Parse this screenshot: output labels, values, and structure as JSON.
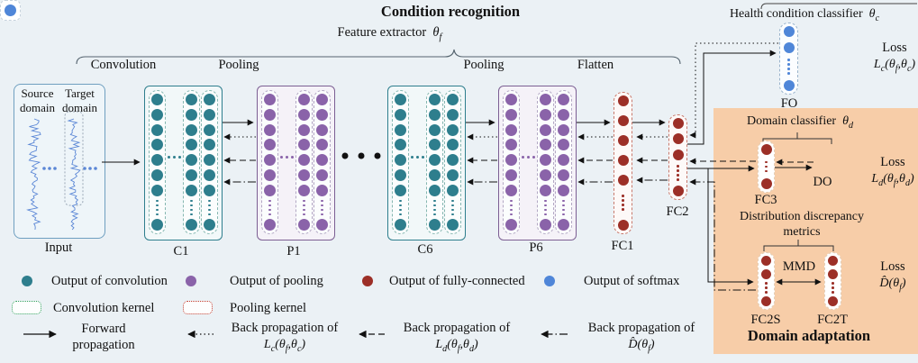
{
  "title": "Condition recognition",
  "feature_extractor": {
    "label": "Feature extractor",
    "symbol": "θ_{f}"
  },
  "section_labels": {
    "convolution": "Convolution",
    "pooling1": "Pooling",
    "pooling2": "Pooling",
    "flatten": "Flatten"
  },
  "input_block": {
    "source": "Source domain",
    "target": "Target domain",
    "label": "Input"
  },
  "layer_labels": {
    "c1": "C1",
    "p1": "P1",
    "c6": "C6",
    "p6": "P6",
    "fc1": "FC1",
    "fc2": "FC2",
    "fo": "FO",
    "fc3": "FC3",
    "do": "DO",
    "fc2s": "FC2S",
    "fc2t": "FC2T"
  },
  "classifier": {
    "label": "Health condition classifier",
    "symbol": "θ_{c}",
    "loss_label": "Loss",
    "loss_formula": "L_{c}(θ_{f},θ_{c})"
  },
  "domain_classifier": {
    "label": "Domain classifier",
    "symbol": "θ_{d}",
    "loss_label": "Loss",
    "loss_formula": "L_{d}(θ_{f},θ_{d})"
  },
  "discrepancy": {
    "label_line1": "Distribution discrepancy",
    "label_line2": "metrics",
    "mmd": "MMD",
    "loss_label": "Loss",
    "loss_formula": "D̂(θ_{f})"
  },
  "domain_adaptation_label": "Domain adaptation",
  "legend": {
    "items": [
      {
        "name": "conv-output",
        "label": "Output of convolution",
        "color": "#2e7e8d"
      },
      {
        "name": "pool-output",
        "label": "Output of pooling",
        "color": "#8a63a9"
      },
      {
        "name": "fc-output",
        "label": "Output of fully-connected",
        "color": "#9c2f27"
      },
      {
        "name": "softmax-output",
        "label": "Output of softmax",
        "color": "#4f86d8"
      }
    ],
    "kernels": [
      {
        "name": "conv-kernel",
        "label": "Convolution kernel",
        "color": "#2fa05c"
      },
      {
        "name": "pool-kernel",
        "label": "Pooling kernel",
        "color": "#c0392b"
      }
    ],
    "arrows": [
      {
        "name": "forward",
        "label_line1": "Forward",
        "label_line2": "propagation",
        "style": "solid"
      },
      {
        "name": "bp-lc",
        "label_line1": "Back propagation of",
        "formula": "L_{c}(θ_{f},θ_{c})",
        "style": "dotted"
      },
      {
        "name": "bp-ld",
        "label_line1": "Back propagation of",
        "formula": "L_{d}(θ_{f},θ_{d})",
        "style": "dashed"
      },
      {
        "name": "bp-d",
        "label_line1": "Back propagation of",
        "formula": "D̂(θ_{f})",
        "style": "dashdot"
      }
    ]
  },
  "colors": {
    "background": "#ebf1f5",
    "orange_panel": "#f7cda8",
    "conv": "#2e7e8d",
    "pool": "#8a63a9",
    "fc": "#9c2f27",
    "softmax": "#4f86d8",
    "waveform": "#5b87d6"
  }
}
